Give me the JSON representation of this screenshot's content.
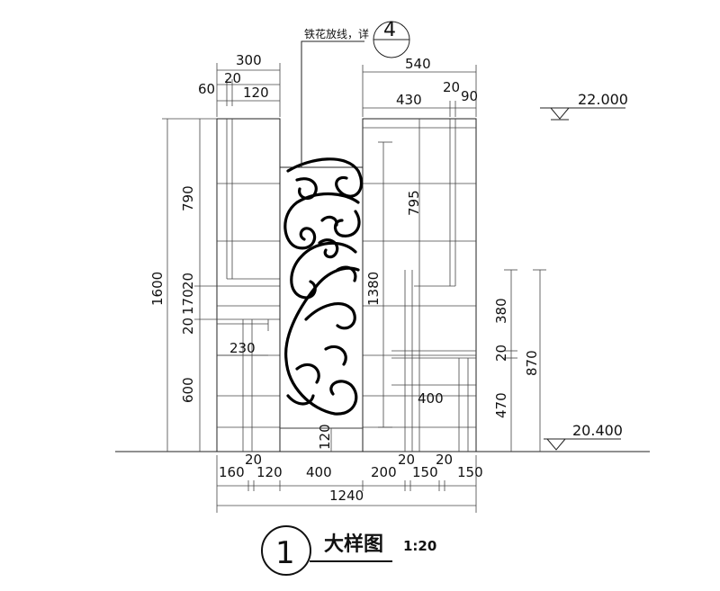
{
  "callout": {
    "text": "铁花放线，详",
    "ref": "4"
  },
  "title": {
    "number": "1",
    "text": "大样图",
    "scale": "1:20"
  },
  "levels": {
    "top": "22.000",
    "bottom": "20.400"
  },
  "dims": {
    "top_left": [
      "300",
      "20",
      "60",
      "120"
    ],
    "top_right": [
      "540",
      "430",
      "20",
      "90"
    ],
    "left_vertical": [
      "790",
      "1600",
      "20",
      "170",
      "20",
      "600"
    ],
    "middle": [
      "795",
      "1380",
      "230",
      "400",
      "120"
    ],
    "right_vertical": [
      "380",
      "20",
      "870",
      "470"
    ],
    "bottom_row": [
      "20",
      "20",
      "20",
      "160",
      "120",
      "400",
      "200",
      "150",
      "150"
    ],
    "total": "1240"
  }
}
